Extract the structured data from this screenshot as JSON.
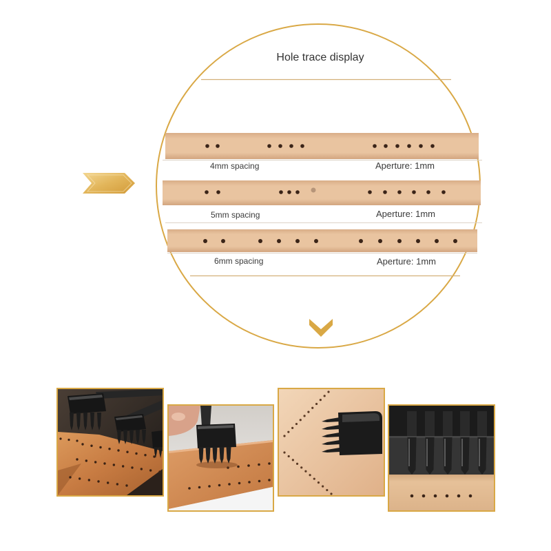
{
  "title": "Hole trace display",
  "rows": [
    {
      "spacing": "4mm spacing",
      "aperture": "Aperture: 1mm"
    },
    {
      "spacing": "5mm spacing",
      "aperture": "Aperture: 1mm"
    },
    {
      "spacing": "6mm spacing",
      "aperture": "Aperture: 1mm"
    }
  ],
  "icons": {
    "side_marker": "right-arrow-icon",
    "scroll_hint": "chevron-down-icon"
  },
  "colors": {
    "accent_gold": "#d9a845",
    "leather": "#e9c4a0",
    "hole": "#3a2418",
    "text": "#333333",
    "background": "#ffffff"
  }
}
